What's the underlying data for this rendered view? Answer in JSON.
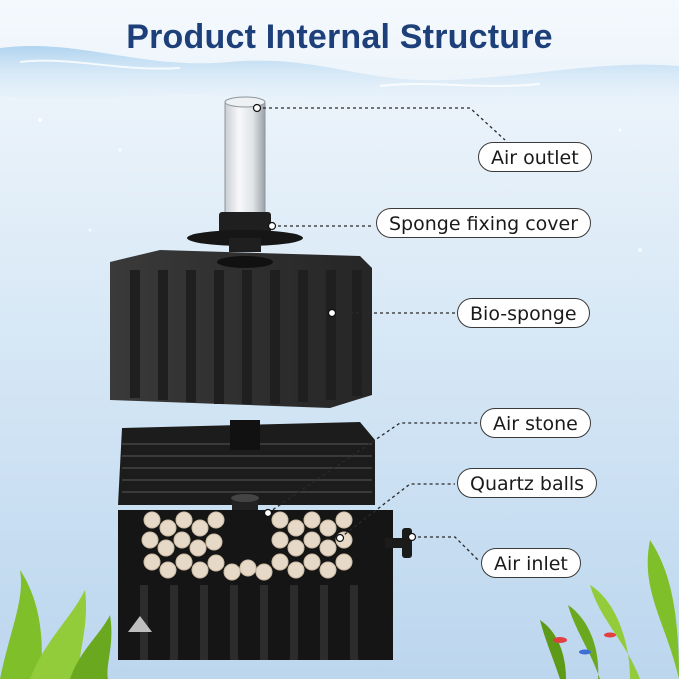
{
  "title": "Product Internal Structure",
  "labels": {
    "air_outlet": "Air outlet",
    "sponge_fixing_cover": "Sponge fixing cover",
    "bio_sponge": "Bio-sponge",
    "air_stone": "Air stone",
    "quartz_balls": "Quartz balls",
    "air_inlet": "Air inlet"
  },
  "colors": {
    "title": "#1d3f7a",
    "sponge": "#2e2e2e",
    "housing": "#1b1b1b",
    "water": "#cfe4f4",
    "plants": "#7fbf2a"
  }
}
